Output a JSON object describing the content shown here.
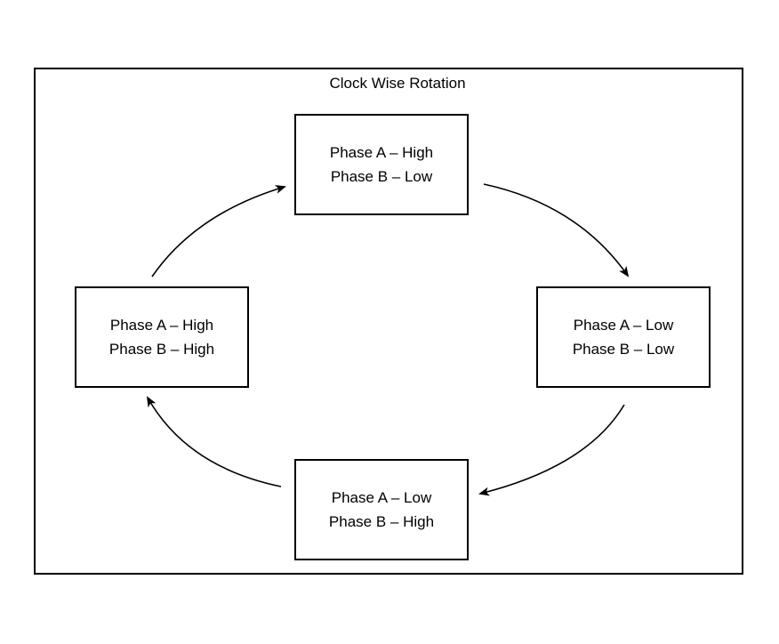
{
  "diagram": {
    "title": "Clock Wise Rotation",
    "states": {
      "top": {
        "line1": "Phase A – High",
        "line2": "Phase B – Low"
      },
      "right": {
        "line1": "Phase A – Low",
        "line2": "Phase B – Low"
      },
      "bottom": {
        "line1": "Phase A – Low",
        "line2": "Phase B – High"
      },
      "left": {
        "line1": "Phase A – High",
        "line2": "Phase B – High"
      }
    },
    "transitions": [
      {
        "from": "top",
        "to": "right"
      },
      {
        "from": "right",
        "to": "bottom"
      },
      {
        "from": "bottom",
        "to": "left"
      },
      {
        "from": "left",
        "to": "top"
      }
    ],
    "colors": {
      "line": "#000000",
      "background": "#ffffff"
    }
  }
}
